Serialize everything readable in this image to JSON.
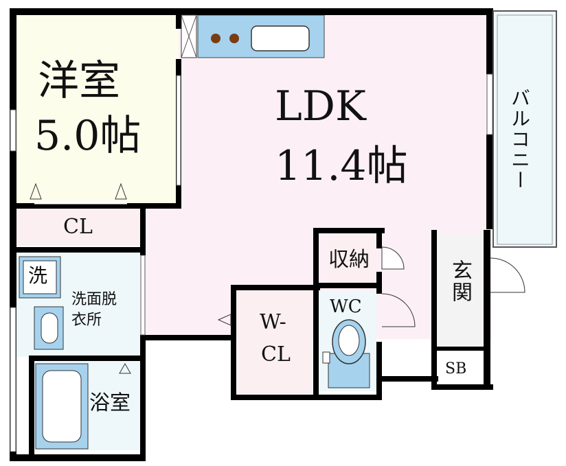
{
  "rooms": {
    "western_room": {
      "name": "洋室",
      "size": "5.0帖"
    },
    "ldk": {
      "name": "LDK",
      "size": "11.4帖"
    },
    "balcony": {
      "name": "バルコニー"
    },
    "closet": {
      "name": "CL"
    },
    "storage": {
      "name": "収納"
    },
    "entrance": {
      "name": "玄関"
    },
    "washroom": {
      "name": "洗面脱",
      "name2": "衣所"
    },
    "washer": {
      "name": "洗"
    },
    "toilet": {
      "name": "WC"
    },
    "walkin_closet": {
      "name": "W-",
      "name2": "CL"
    },
    "shoe_box": {
      "name": "SB"
    },
    "bathroom": {
      "name": "浴室"
    }
  },
  "colors": {
    "wall": "#000000",
    "ldk_floor": "#fcf0f6",
    "western_floor": "#fdfdeb",
    "wet_floor": "#eef8fb",
    "closet_floor": "#fbeff2",
    "fixture_blue": "#a6d2ee",
    "stove_burner": "#7a3c12"
  }
}
